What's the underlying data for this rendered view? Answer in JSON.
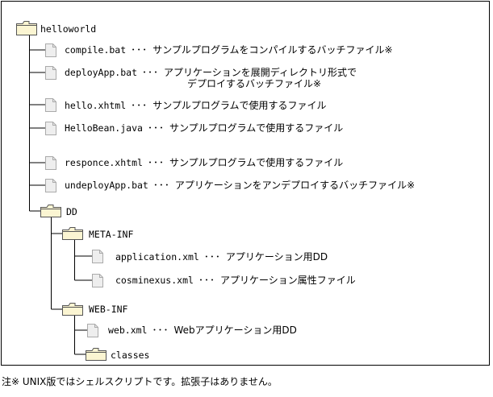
{
  "colors": {
    "folder_fill": "#fbf5d2",
    "folder_stroke": "#555555",
    "file_fill": "#eeeeee",
    "file_stroke": "#aaaaaa",
    "line": "#000000"
  },
  "separator": "･･･",
  "tree": {
    "root": {
      "name": "helloworld",
      "icon": "folder-icon"
    },
    "files": [
      {
        "name": "compile.bat",
        "desc": "サンプルプログラムをコンパイルするバッチファイル※",
        "icon": "file-icon"
      },
      {
        "name": "deployApp.bat",
        "desc": "アプリケーションを展開ディレクトリ形式で",
        "desc2": "デプロイするバッチファイル※",
        "icon": "file-icon"
      },
      {
        "name": "hello.xhtml",
        "desc": "サンプルプログラムで使用するファイル",
        "icon": "file-icon"
      },
      {
        "name": "HelloBean.java",
        "desc": "サンプルプログラムで使用するファイル",
        "icon": "file-icon"
      },
      {
        "name": "responce.xhtml",
        "desc": "サンプルプログラムで使用するファイル",
        "icon": "file-icon"
      },
      {
        "name": "undeployApp.bat",
        "desc": "アプリケーションをアンデプロイするバッチファイル※",
        "icon": "file-icon"
      }
    ],
    "dd": {
      "name": "DD",
      "icon": "folder-icon"
    },
    "meta_inf": {
      "name": "META-INF",
      "icon": "folder-icon"
    },
    "meta_files": [
      {
        "name": "application.xml",
        "desc": "アプリケーション用DD",
        "icon": "file-icon"
      },
      {
        "name": "cosminexus.xml",
        "desc": "アプリケーション属性ファイル",
        "icon": "file-icon"
      }
    ],
    "web_inf": {
      "name": "WEB-INF",
      "icon": "folder-icon"
    },
    "web_files": [
      {
        "name": "web.xml",
        "desc": "Webアプリケーション用DD",
        "icon": "file-icon"
      }
    ],
    "classes": {
      "name": "classes",
      "icon": "folder-icon"
    }
  },
  "footnote": "注※ UNIX版ではシェルスクリプトです。拡張子はありません。"
}
